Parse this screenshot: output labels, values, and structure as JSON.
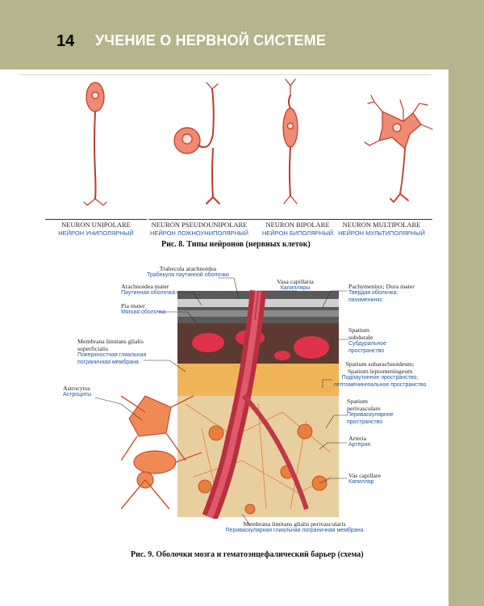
{
  "header": {
    "page_number": "14",
    "title": "УЧЕНИЕ О НЕРВНОЙ СИСТЕМЕ"
  },
  "figure8": {
    "caption": "Рис. 8. Типы нейронов (нервных клеток)",
    "neurons": [
      {
        "latin": "NEURON UNIPOLARE",
        "russian": "НЕЙРОН УНИПОЛЯРНЫЙ"
      },
      {
        "latin": "NEURON PSEUDOUNIPOLARE",
        "russian": "НЕЙРОН ЛОЖНОУНИПОЛЯРНЫЙ"
      },
      {
        "latin": "NEURON BIPOLARE",
        "russian": "НЕЙРОН БИПОЛЯРНЫЙ"
      },
      {
        "latin": "NEURON MULTIPOLARE",
        "russian": "НЕЙРОН МУЛЬТИПОЛЯРНЫЙ"
      }
    ]
  },
  "figure9": {
    "caption": "Рис. 9. Оболочки мозга и гематоэнцефалический барьер (схема)",
    "labels": {
      "trabecula": {
        "latin": "Trabecula arachnoidea",
        "russian": "Трабекула паутинной оболочки"
      },
      "arachnoidea": {
        "latin": "Arachnoidea mater",
        "russian": "Паутинная оболочка"
      },
      "pia": {
        "latin": "Pia mater",
        "russian": "Мягкая оболочка"
      },
      "membrana_sup_1": {
        "latin": "Membrana limitans glialis",
        "russian": ""
      },
      "membrana_sup_2": {
        "latin": "superficialis",
        "russian": ""
      },
      "membrana_sup_ru1": {
        "russian": "Поверхностная глиальная"
      },
      "membrana_sup_ru2": {
        "russian": "пограничная мембрана"
      },
      "astrocytus": {
        "latin": "Astrocytus",
        "russian": "Астроциты"
      },
      "vasa": {
        "latin": "Vasa capillaria",
        "russian": "Капилляры"
      },
      "pachymeninx": {
        "latin": "Pachymeninx; Dura mater",
        "russian1": "Твердая оболочка;",
        "russian2": "пахименинкс"
      },
      "subdurale": {
        "latin1": "Spatium",
        "latin2": "subdurale",
        "russian1": "Субдуральное",
        "russian2": "пространство"
      },
      "subarachnoideum": {
        "latin1": "Spatium subarachnoideum;",
        "latin2": "Spatium leptomeningeum",
        "russian1": "Подпаутинное пространство;",
        "russian2": "лептоменингеальное пространство"
      },
      "perivasculare": {
        "latin1": "Spatium",
        "latin2": "perivasculare",
        "russian1": "Периваскулярное",
        "russian2": "пространство"
      },
      "arteria": {
        "latin": "Arteria",
        "russian": "Артерия"
      },
      "vas_capillare": {
        "latin": "Vas capillare",
        "russian": "Капилляр"
      },
      "membrana_perivasc": {
        "latin": "Membrana limitans glialis perivascularis",
        "russian": "Периваскулярная глиальная пограничная мембрана"
      }
    }
  }
}
